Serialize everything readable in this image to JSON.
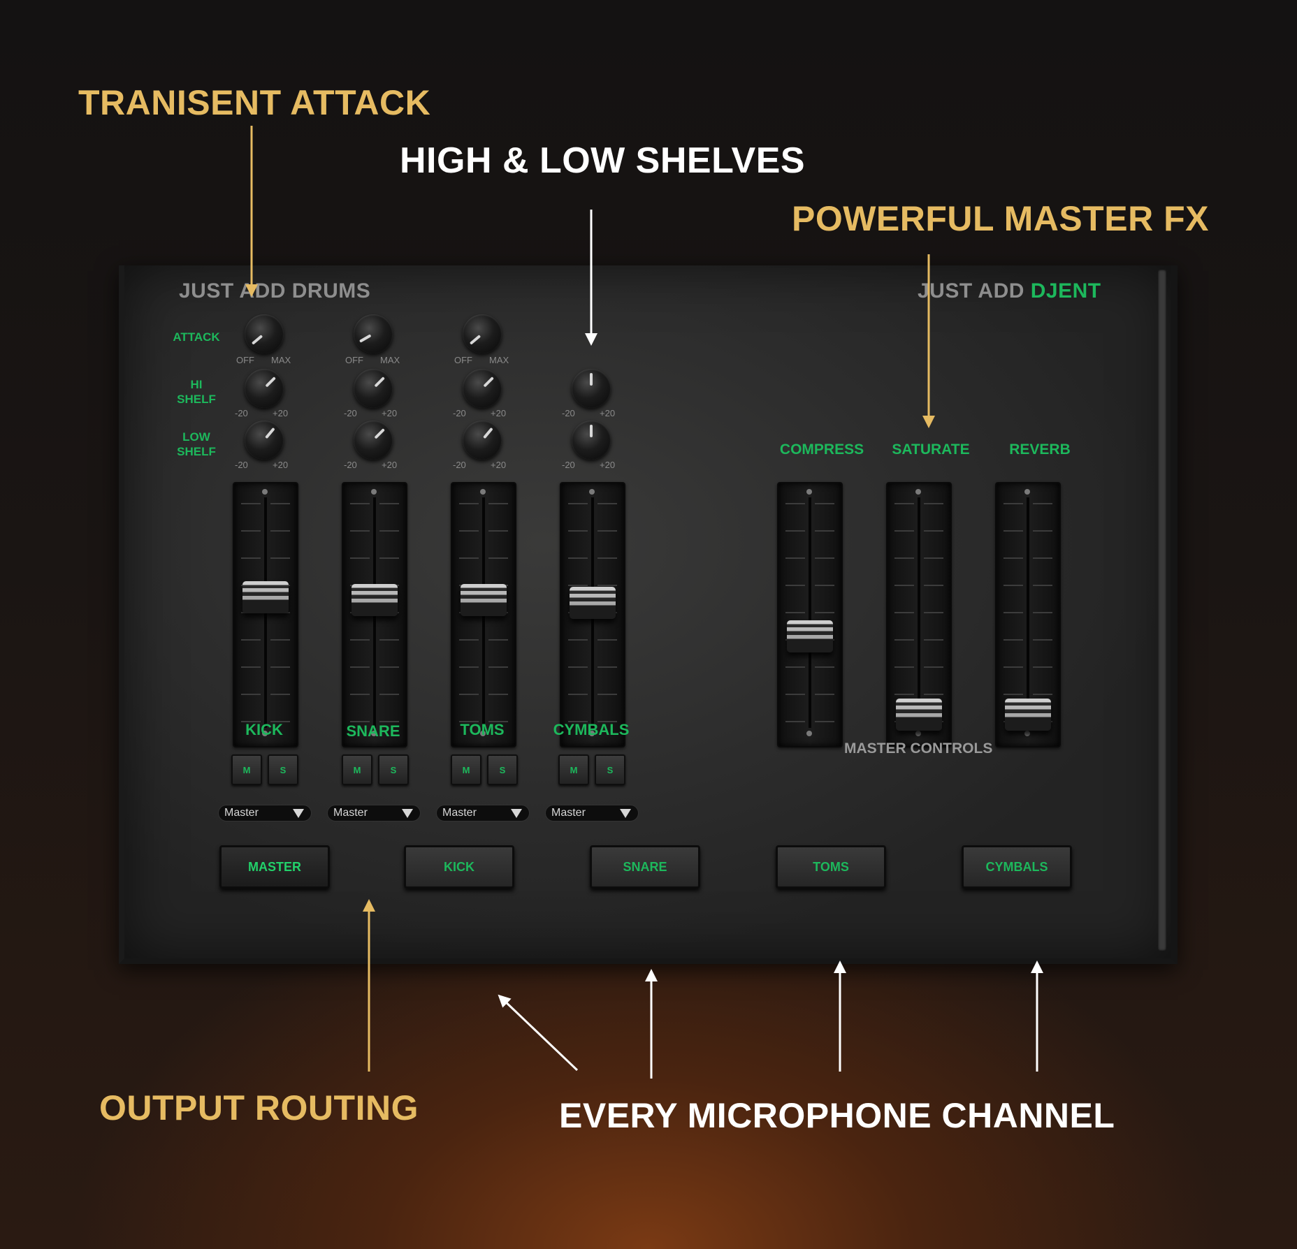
{
  "callouts": {
    "transient_attack": "TRANISENT ATTACK",
    "high_low_shelves": "HIGH & LOW SHELVES",
    "powerful_master_fx": "POWERFUL MASTER FX",
    "output_routing": "OUTPUT ROUTING",
    "every_mic_channel": "EVERY MICROPHONE CHANNEL"
  },
  "plugin": {
    "brand_left": "JUST ADD DRUMS",
    "brand_right_prefix": "JUST ADD",
    "brand_right_accent": "DJENT",
    "row_labels": {
      "attack": "ATTACK",
      "hi_shelf_1": "HI",
      "hi_shelf_2": "SHELF",
      "low_shelf_1": "LOW",
      "low_shelf_2": "SHELF"
    },
    "scales": {
      "off": "OFF",
      "max": "MAX",
      "minus20": "-20",
      "plus20": "+20"
    },
    "channels": [
      {
        "name": "KICK",
        "mute": "M",
        "solo": "S",
        "output": "Master"
      },
      {
        "name": "SNARE",
        "mute": "M",
        "solo": "S",
        "output": "Master"
      },
      {
        "name": "TOMS",
        "mute": "M",
        "solo": "S",
        "output": "Master"
      },
      {
        "name": "CYMBALS",
        "mute": "M",
        "solo": "S",
        "output": "Master"
      }
    ],
    "master": {
      "title": "MASTER CONTROLS",
      "fx": [
        "COMPRESS",
        "SATURATE",
        "REVERB"
      ]
    },
    "output_tabs": [
      "MASTER",
      "KICK",
      "SNARE",
      "TOMS",
      "CYMBALS"
    ],
    "active_output_tab": "MASTER"
  },
  "colors": {
    "accent_green": "#1db85c",
    "callout_gold": "#e6bb62"
  }
}
